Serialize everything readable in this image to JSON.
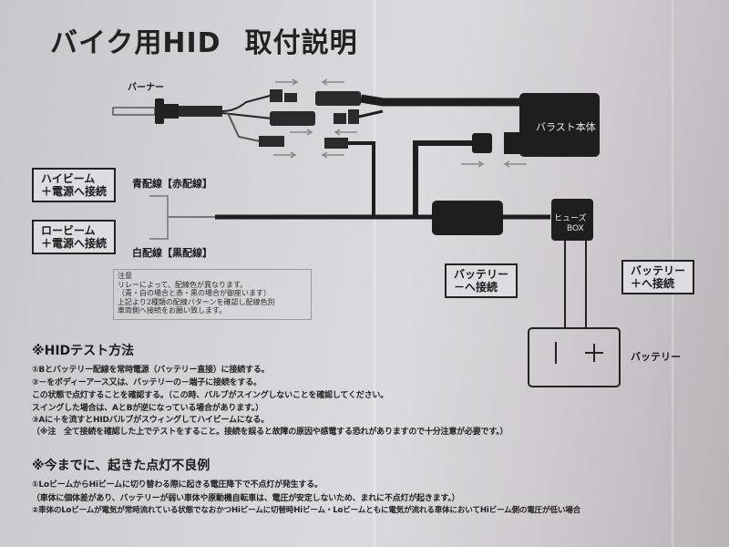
{
  "title": {
    "part1": "バイク用HID",
    "part2": "取付説明"
  },
  "diagram": {
    "burner_label": "バーナー",
    "ballast_label": "バラスト本体",
    "fuse_box_line1": "ヒューズ",
    "fuse_box_line2": "BOX",
    "battery_label": "バッテリー",
    "battery_minus": "-",
    "battery_plus": "+",
    "blue_wire_label": "青配線【赤配線】",
    "white_wire_label": "白配線【黒配線】",
    "callouts": {
      "high_beam": [
        "ハイビーム",
        "＋電源へ接続"
      ],
      "low_beam": [
        "ロービーム",
        "＋電源へ接続"
      ],
      "battery_negative": [
        "バッテリー",
        "－へ接続"
      ],
      "battery_positive": [
        "バッテリー",
        "＋へ接続"
      ]
    },
    "note": [
      "注意",
      "リレーによって、配線色が異なります。",
      "（青・白の場合と赤・黒の場合が御座います）",
      "上記より2種類の配線パターンを確認し配線色別",
      "車両側へ接続をお願い致します。"
    ]
  },
  "test_section": {
    "heading": "※HIDテスト方法",
    "lines": [
      "①Bとバッテリー配線を常時電源（バッテリー直接）に接続する。",
      "②－をボディーアース又は、バッテリーの－端子に接続をする。",
      "この状態で点灯することを確認する。（この時、バルブがスイングしないことを確認してください。",
      "スイングした場合は、AとBが逆になっている場合があります。）",
      "③Aに＋を流すとHIDバルブがスウィングしてハイビームになる。",
      "（※注　全て接続を確認した上でテストをすること。接続を誤ると故障の原因や感電する恐れがありますので十分注意が必要です。）"
    ]
  },
  "failure_section": {
    "heading": "※今までに、起きた点灯不良例",
    "lines": [
      "①LoビームからHiビームに切り替わる際に起きる電圧降下で不点灯が発生する。",
      "（車体に個体差があり、バッテリーが弱い車体や原動機自転車は、電圧が安定しないため、まれに不点灯が起きます。）",
      "②車体のLoビームが電気が常時流れている状態でなおかつHiビームに切替時Hiビーム・Loビームともに電気が流れる車体においてHiビーム側の電圧が低い場合"
    ]
  }
}
